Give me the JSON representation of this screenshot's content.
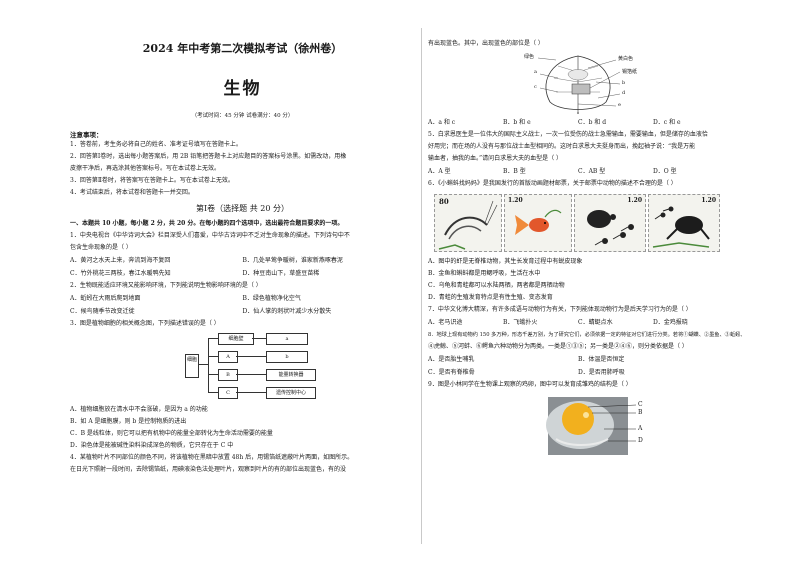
{
  "header": {
    "title": "2024 年中考第二次模拟考试（徐州卷）",
    "subject": "生物",
    "exam_info": "（考试时间：45 分钟   试卷满分：40 分）"
  },
  "notes": {
    "heading": "注意事项：",
    "lines": [
      "1．答卷前，考生务必将自己的姓名、准考证号填写在答题卡上。",
      "2．回答第Ⅰ卷时，选出每小题答案后，用 2B 铅笔把答题卡上对应题目的答案标号涂黑。如需改动，用橡",
      "皮擦干净后，再选涂其他答案标号。写在本试卷上无效。",
      "3．回答第Ⅱ卷时，将答案写在答题卡上。写在本试卷上无效。",
      "4．考试结束后，将本试卷和答题卡一并交回。"
    ]
  },
  "section1": {
    "title": "第Ⅰ卷（选择题   共 20 分）",
    "desc": "一、本题共 10 小题，每小题 2 分，共 20 分。在每小题的四个选项中，选出最符合题目要求的一项。"
  },
  "q1": {
    "lines": [
      "1．中央电视台《中华诗词大会》栏目深受人们喜爱，中华古诗词中不乏对生命现象的描述。下列诗句中不",
      "包含生命现象的是（        ）"
    ],
    "options": [
      "A．黄河之水天上来，奔流到海不复回",
      "B．几处早莺争暖树，谁家新燕啄春泥",
      "C．竹外桃花三两枝，春江水暖鸭先知",
      "D．种豆南山下，草盛豆苗稀"
    ]
  },
  "q2": {
    "lines": [
      "2．生物既能适应环境又能影响环境，下列能说明生物影响环境的是（        ）"
    ],
    "options": [
      "A．蚯蚓在大雨后爬到地面",
      "B．绿色植物净化空气",
      "C．候鸟随季节改变迁徙",
      "D．仙人掌的刺状叶减少水分散失"
    ]
  },
  "q3": {
    "lines": [
      "3．图是植物细胞的相关概念图，下列描述错误的是（        ）"
    ],
    "diagram": {
      "root": "细胞",
      "box1": "细胞壁",
      "a": "a",
      "A": "A",
      "B": "B",
      "b": "b",
      "C": "C",
      "energy": "能量转换器",
      "genetic": "遗传控制中心"
    },
    "options": [
      "A．植物细胞放在清水中不会涨破，是因为 a 的功能",
      "B．如 A 是细胞膜，则 b 是控制物质的进出",
      "C．B 是线粒体，则它可以把有机物中的能量全部转化为生命活动需要的能量",
      "D．染色体是能被碱性染料染成深色的物质，它只存在于 C 中"
    ]
  },
  "q4": {
    "lines": [
      "4．某植物叶片不同部位的颜色不同，将该植物在黑暗中放置 48h 后，用锡箔纸遮蔽叶片两面，如图所示。",
      "在日光下照射一段时间，去除锡箔纸，用碘液染色法处理叶片，观察到叶片的有的部位出现蓝色，有的没",
      "有出现蓝色。其中，出现蓝色的部位是（        ）"
    ],
    "figure_labels": [
      "绿色",
      "黄白色",
      "锡箔纸",
      "a",
      "b",
      "c",
      "d",
      "e"
    ],
    "options": [
      "A．a 和 c",
      "B．b 和 e",
      "C．b 和 d",
      "D．c 和 e"
    ]
  },
  "q5": {
    "lines": [
      "5．白求恩医生是一位伟大的国际主义战士，一次一位受伤的战士急需输血，需要输血，但是储存的血液恰",
      "好用完；而在场的人没有与那位战士血型相同的。这时白求恩大夫挺身而出，挽起袖子说：“我是万能",
      "输血者，抽我的血。”请问白求恩大夫的血型是（        ）"
    ],
    "options": [
      "A．A 型",
      "B．B 型",
      "C．AB 型",
      "D．O 型"
    ]
  },
  "q6": {
    "lines": [
      "6．《小蝌蚪找妈妈》是我国发行的首版动画题材邮票，关于邮票中动物的描述不合理的是（        ）"
    ],
    "stamp_values": [
      "80",
      "1.20",
      "1.20",
      "1.20"
    ],
    "options": [
      "A．图中的虾是无脊椎动物，其生长发育过程中有蜕皮现象",
      "B．金鱼和蝌蚪都是用鳃呼吸，生活在水中",
      "C．乌龟和青蛙都可以水陆两栖，两者都是两栖动物",
      "D．青蛙的生殖发育特点是有性生殖、变态发育"
    ]
  },
  "q7": {
    "lines": [
      "7．中华文化博大精深，有许多成语与动物行为有关，下列能体现动物行为是后天学习行为的是（        ）"
    ],
    "options": [
      "A．老马识途",
      "B．飞蛾扑火",
      "C．蜻蜓点水",
      "D．金鸡报晓"
    ]
  },
  "q8": {
    "lines": [
      "8．地球上现有动物约 150 多万种，形态千差万别，为了研究它们，必须依据一定的特征对它们进行分类。若将①蝴蝶、②墨鱼、③蚯蚓、",
      "④虎鲸、⑤河蚌、⑥鳄鱼六种动物分为两类。一类是①③⑤；另一类是②④⑥，则分类依据是（        ）"
    ],
    "options": [
      "A．是否胎生哺乳",
      "B．体温是否恒定",
      "C．是否有脊椎骨",
      "D．是否用肺呼吸"
    ]
  },
  "q9": {
    "lines": [
      "9．图是小林同学在生物课上观察的鸡卵，图中可以发育成雏鸡的结构是（        ）"
    ],
    "figure_labels": [
      "C",
      "B",
      "A",
      "D"
    ]
  }
}
